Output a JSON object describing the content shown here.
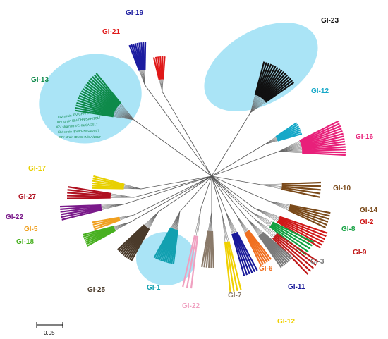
{
  "tree": {
    "groups": [
      {
        "id": "gi19",
        "label": "GI-19",
        "color": "#1c1ca0"
      },
      {
        "id": "gi21",
        "label": "GI-21",
        "color": "#e01818"
      },
      {
        "id": "gi23",
        "label": "GI-23",
        "color": "#111111"
      },
      {
        "id": "gi13",
        "label": "GI-13",
        "color": "#0e8a4a"
      },
      {
        "id": "gi12a",
        "label": "GI-12",
        "color": "#16a8c8"
      },
      {
        "id": "gi16",
        "label": "GI-16",
        "color": "#e8207a"
      },
      {
        "id": "gi17",
        "label": "GI-17",
        "color": "#e8d000"
      },
      {
        "id": "gi27",
        "label": "GI-27",
        "color": "#b01020"
      },
      {
        "id": "gi22a",
        "label": "GI-22",
        "color": "#7a1a8a"
      },
      {
        "id": "gi5",
        "label": "GI-5",
        "color": "#f0a020"
      },
      {
        "id": "gi18",
        "label": "GI-18",
        "color": "#48b020"
      },
      {
        "id": "gi10",
        "label": "GI-10",
        "color": "#7a4a1a"
      },
      {
        "id": "gi14",
        "label": "GI-14",
        "color": "#7a4a1a"
      },
      {
        "id": "gi2",
        "label": "GI-2",
        "color": "#d01818"
      },
      {
        "id": "gi8",
        "label": "GI-8",
        "color": "#12a040"
      },
      {
        "id": "gi9",
        "label": "GI-9",
        "color": "#c01818"
      },
      {
        "id": "gi3",
        "label": "GI-3",
        "color": "#7a7a7a"
      },
      {
        "id": "gi6",
        "label": "GI-6",
        "color": "#f07020"
      },
      {
        "id": "gi11",
        "label": "GI-11",
        "color": "#1a1a9a"
      },
      {
        "id": "gi12b",
        "label": "GI-12",
        "color": "#f0d000"
      },
      {
        "id": "gi7",
        "label": "GI-7",
        "color": "#8a7a6a"
      },
      {
        "id": "gi22b",
        "label": "GI-22",
        "color": "#f0a0c0"
      },
      {
        "id": "gi1",
        "label": "GI-1",
        "color": "#12a0b0"
      },
      {
        "id": "gi25",
        "label": "GI-25",
        "color": "#4a3a2a"
      }
    ],
    "scale_label": "0.05",
    "visible_strain_text": [
      "IBV strain IBV/CHN/SAH/2017",
      "IBV strain IBV/CHN/SAH/2017",
      "IBV strain IBV/CHN/SA/2017",
      "IBV strain IBV/CHN/SA/2017",
      "IBV strain IBV/CHN/SA/2017"
    ]
  }
}
